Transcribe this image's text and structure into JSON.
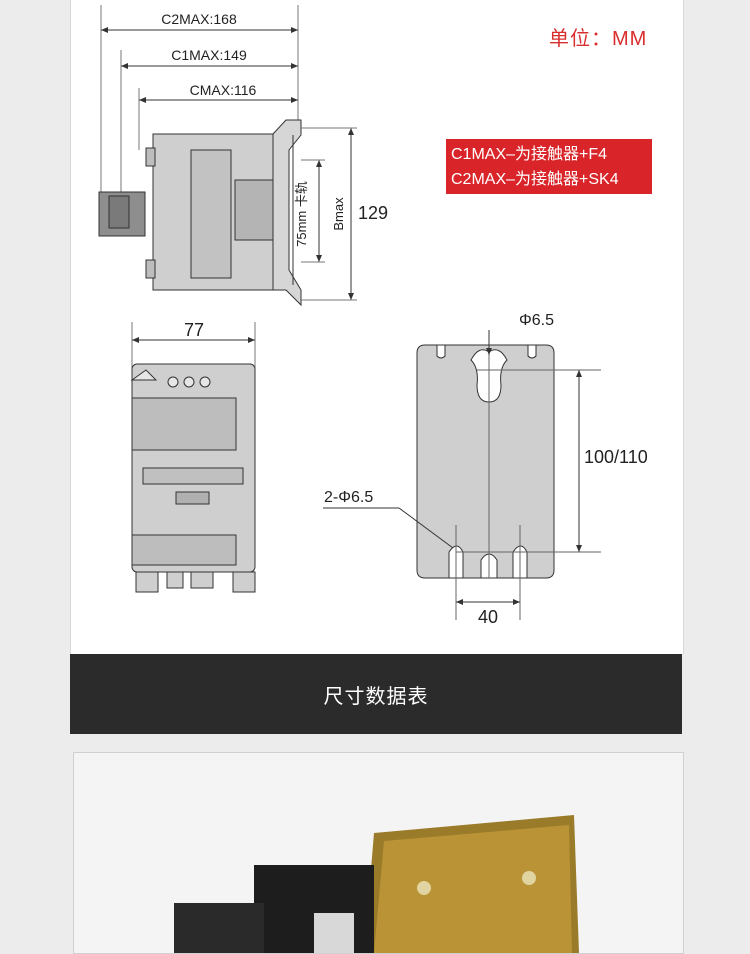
{
  "unit_label": "单位：MM",
  "notes": [
    "C1MAX–为接触器+F4",
    "C2MAX–为接触器+SK4"
  ],
  "dimensions": {
    "c2max": "C2MAX:168",
    "c1max": "C1MAX:149",
    "cmax": "CMAX:116",
    "rail": "75mm 卡轨",
    "bmax": "Bmax",
    "height": "129",
    "width": "77",
    "hole": "Φ6.5",
    "hole_pitch": "100/110",
    "two_holes": "2-Φ6.5",
    "hole_spacing": "40"
  },
  "caption": "尺寸数据表",
  "colors": {
    "accent": "#d9252a",
    "bar": "#2b2b2b"
  }
}
